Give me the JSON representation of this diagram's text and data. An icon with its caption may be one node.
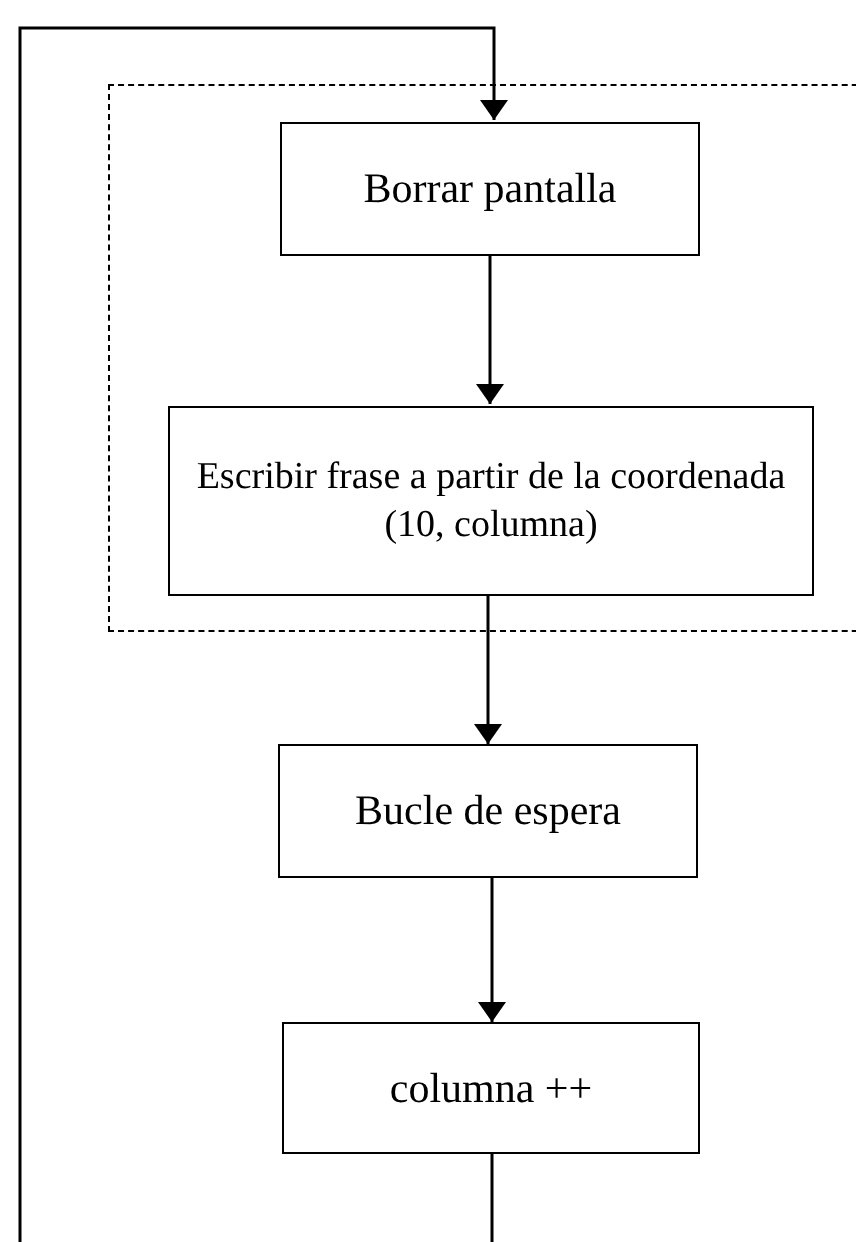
{
  "diagram": {
    "nodes": [
      {
        "text": [],
        "shape": "box"
      },
      {
        "text": [
          "Borrar pantalla"
        ],
        "in": 0
      },
      {
        "text": [
          "Escribir frase a partir de la coordenada (10, columna)"
        ],
        "in": 0
      },
      {
        "text": [
          "Bucle de espera"
        ]
      },
      {
        "text": [
          "columna ++"
        ]
      }
    ],
    "edges": [
      {
        "from": 1,
        "to": 2,
        "arrow": "to"
      },
      {
        "from": 2,
        "to": 3,
        "arrow": "to"
      },
      {
        "from": 3,
        "to": 4,
        "arrow": "to"
      },
      {
        "from": 4,
        "to": 1,
        "arrow": "to"
      }
    ]
  }
}
